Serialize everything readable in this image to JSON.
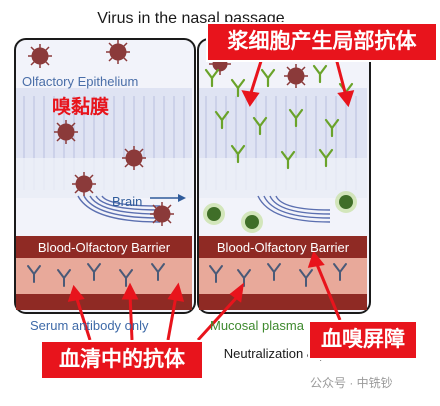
{
  "title": "Virus in the nasal passage",
  "left_panel": {
    "epithelium_label": "Olfactory Epithelium",
    "epithelium_label_cn": "嗅黏膜",
    "brain_label": "Brain",
    "barrier_label": "Blood-Olfactory Barrier",
    "caption": "Serum antibody only"
  },
  "right_panel": {
    "barrier_label": "Blood-Olfactory Barrier",
    "caption": "Mucosal plasma cells",
    "caption_bottom": "Neutralization & protection"
  },
  "callouts": {
    "plasma_cells_cn": "浆细胞产生局部抗体",
    "serum_antibody_cn": "血清中的抗体",
    "barrier_cn": "血嗅屏障"
  },
  "watermark": "公众号 · 中铣钞",
  "colors": {
    "virus": "#8b3a3a",
    "antibody_serum": "#4a5a78",
    "antibody_mucosal": "#6aa32a",
    "barrier": "#8f2a24",
    "tissue": "#e8a99a",
    "callout": "#e8141c"
  }
}
